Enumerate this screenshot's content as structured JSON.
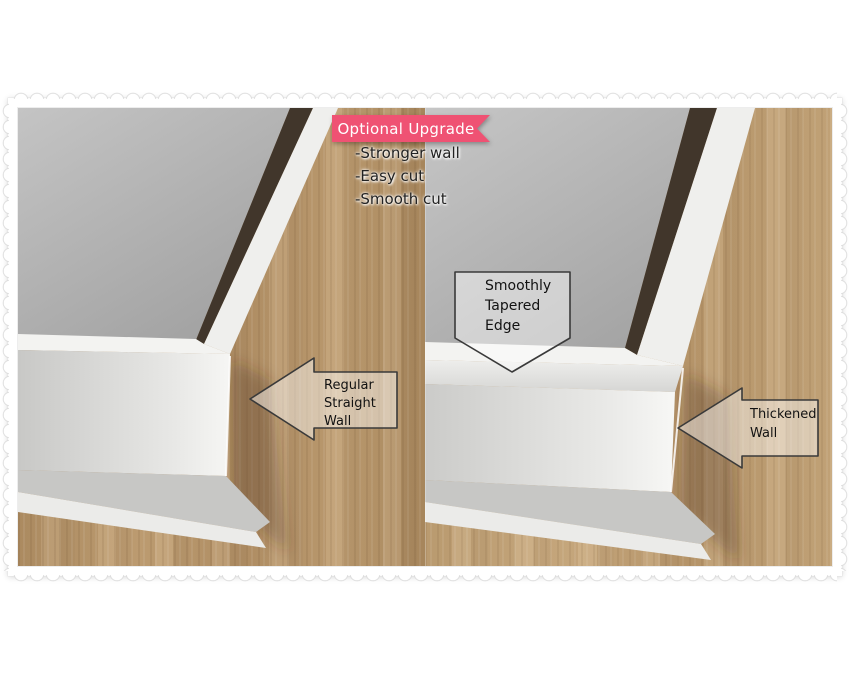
{
  "banner": {
    "label": "Optional Upgrade",
    "background": "#ef5273",
    "text_color": "#ffffff",
    "shape": "ribbon-notched-right"
  },
  "features": {
    "items": [
      "-Stronger wall",
      "-Easy cut",
      "-Smooth cut"
    ]
  },
  "callouts": {
    "taper": {
      "lines": [
        "Smoothly",
        "Tapered",
        "Edge"
      ],
      "shape": "down-arrow-callout"
    },
    "regular": {
      "lines": [
        "Regular",
        "Straight",
        "Wall"
      ],
      "shape": "left-arrow-callout"
    },
    "thickened": {
      "lines": [
        "Thickened",
        "Wall"
      ],
      "shape": "left-arrow-callout"
    }
  },
  "colors": {
    "wood_left": "#b89669",
    "wood_right": "#c2a377",
    "wall_white": "#e9e9e7",
    "tray_floor_gray": "#b5b5b5",
    "inner_shadow_band": "#41362b",
    "callout_outline": "#3a3a3a"
  }
}
